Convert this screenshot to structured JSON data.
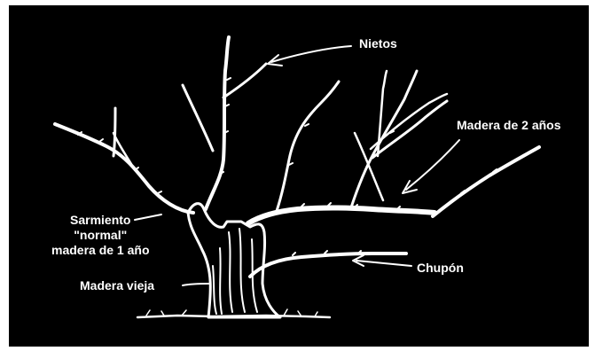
{
  "labels": {
    "nietos": "Nietos",
    "madera_2": "Madera de 2 años",
    "sarmiento_line1": "Sarmiento",
    "sarmiento_line2": "\"normal\"",
    "sarmiento_line3": "madera de 1 año",
    "madera_vieja": "Madera vieja",
    "chupon": "Chupón"
  },
  "colors": {
    "background": "#000000",
    "drawing": "#ffffff"
  }
}
